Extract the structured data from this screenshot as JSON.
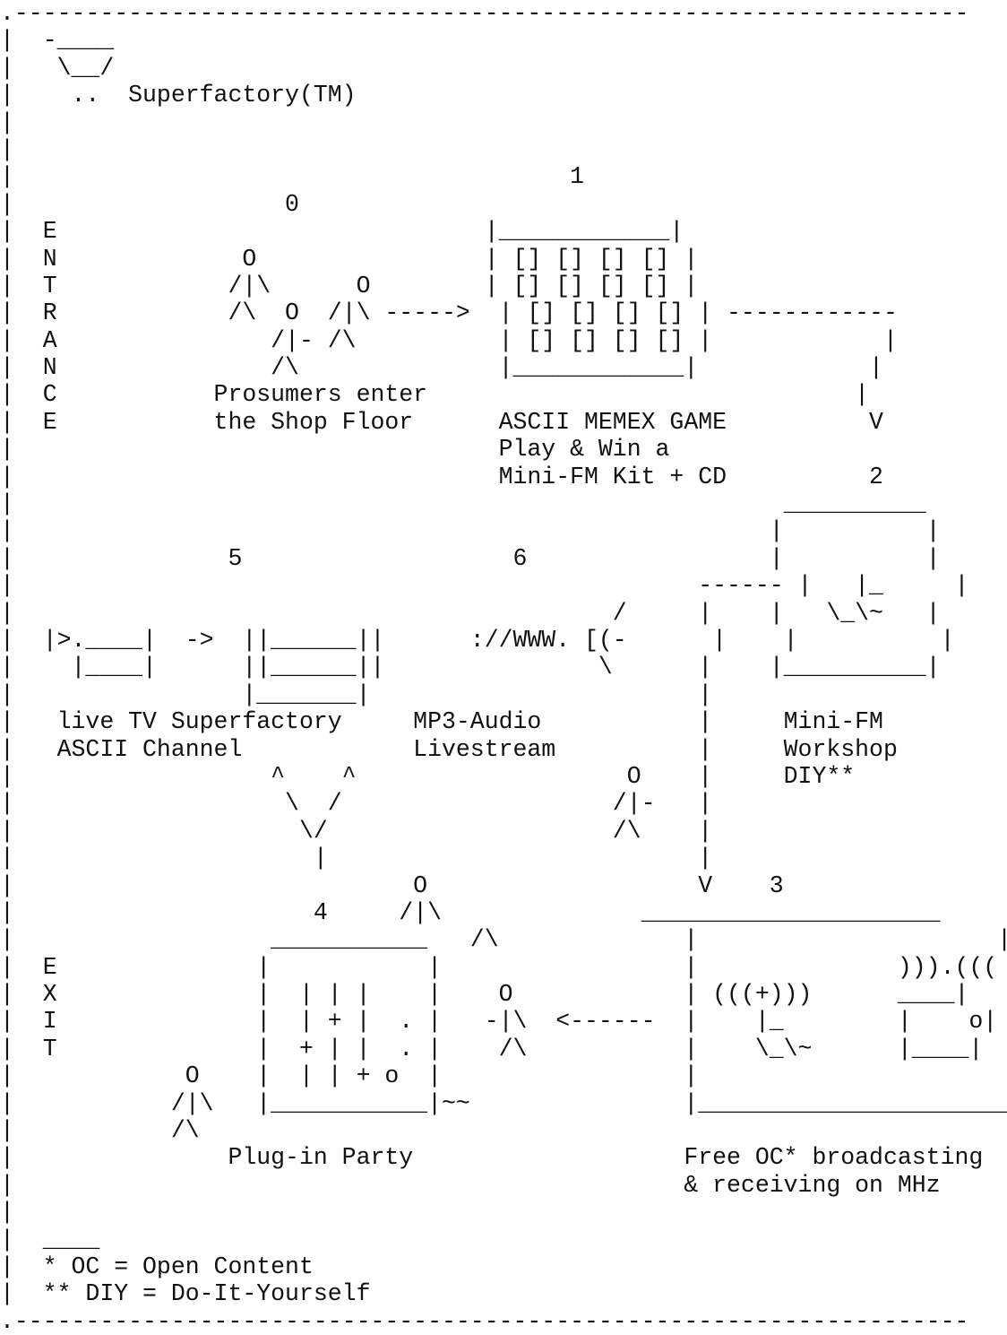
{
  "ascii_lines": [
    ".-------------------------------------------------------------------",
    "|  -____",
    "|   \\__/",
    "|    ..  Superfactory(TM)",
    "|",
    "|",
    "|                                       1",
    "|                   0",
    "|  E                              |____________|",
    "|  N             O                | [] [] [] [] |",
    "|  T            /|\\      O        | [] [] [] [] |",
    "|  R            /\\  O  /|\\ ----->  | [] [] [] [] | ------------",
    "|  A               /|- /\\          | [] [] [] [] |            |",
    "|  N               /\\              |____________|            |",
    "|  C           Prosumers enter                              |",
    "|  E           the Shop Floor      ASCII MEMEX GAME          V",
    "|                                  Play & Win a",
    "|                                  Mini-FM Kit + CD          2",
    "|                                                      __________",
    "|                                                     |          |",
    "|               5                   6                 |          |",
    "|                                                ------ |   |_     |",
    "|                                          /     |    |   \\_\\~   |",
    "|  |>.____|  ->  ||______||      ://WWW. [(-      |    |          |",
    "|    |____|      ||______||               \\      |    |__________|",
    "|                |_______|                       |",
    "|   live TV Superfactory     MP3-Audio           |     Mini-FM",
    "|   ASCII Channel            Livestream          |     Workshop",
    "|                  ^    ^                   O    |     DIY**",
    "|                   \\  /                   /|-   |",
    "|                    \\/                    /\\    |",
    "|                     |                          |",
    "|                            O                   V    3",
    "|                     4     /|\\              _____________________",
    "|                  ___________   /\\             |                     |",
    "|  E              |           |                 |              ))).((( |",
    "|  X              |  | | |    |    O            | (((+)))      ____|   |",
    "|  I              |  | + |  . |   -|\\  <------  |    |_        |    o|   |",
    "|  T              |  + | |  . |    /\\           |    \\_\\~      |____|   |",
    "|            O    |  | | + o  |                 |                      |",
    "|           /|\\   |___________|~~               |______________________|",
    "|           /\\",
    "|               Plug-in Party                   Free OC* broadcasting",
    "|                                               & receiving on MHz",
    "|",
    "|  ____",
    "|  * OC = Open Content",
    "|  ** DIY = Do-It-Yourself",
    ".-------------------------------------------------------------------"
  ]
}
